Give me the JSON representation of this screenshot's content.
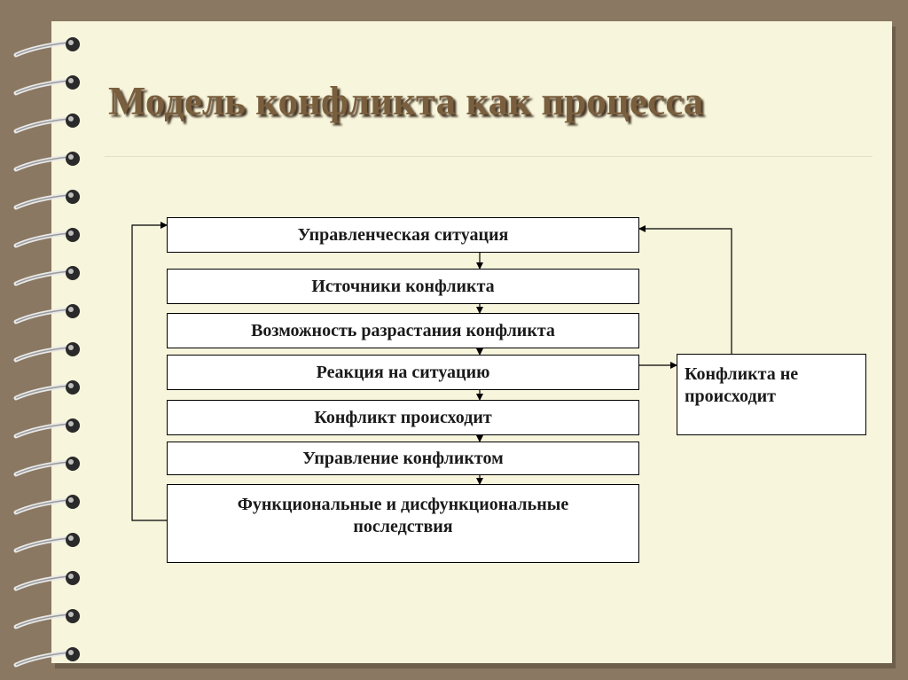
{
  "slide": {
    "title": "Модель конфликта как процесса"
  },
  "diagram": {
    "steps": [
      "Управленческая ситуация",
      "Источники конфликта",
      "Возможность разрастания конфликта",
      "Реакция на ситуацию",
      "Конфликт происходит",
      "Управление конфликтом",
      "Функциональные и дисфункциональные последствия"
    ],
    "side_box": "Конфликта не происходит"
  }
}
